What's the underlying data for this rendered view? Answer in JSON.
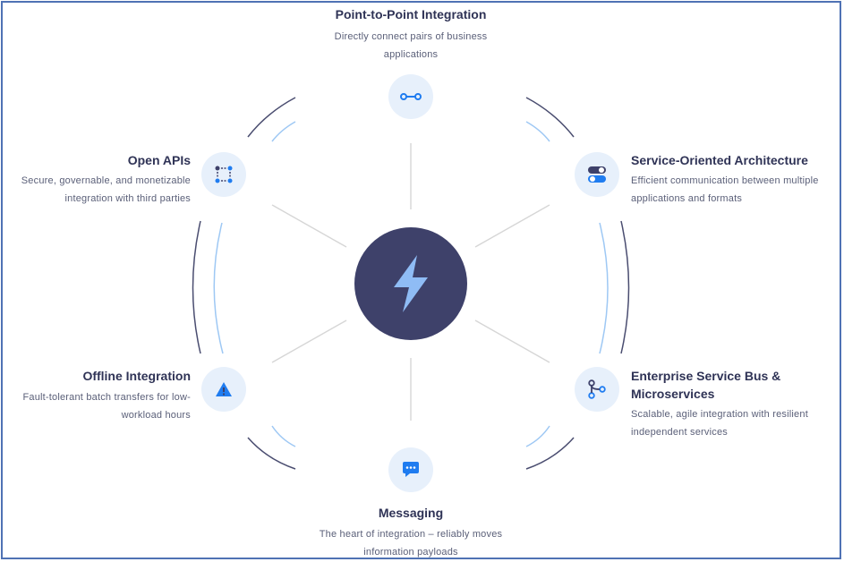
{
  "diagram": {
    "hub": {
      "icon": "lightning-bolt-icon"
    },
    "nodes": [
      {
        "id": "point-to-point",
        "title": "Point-to-Point Integration",
        "description": "Directly connect pairs of business applications",
        "icon": "link-icon"
      },
      {
        "id": "soa",
        "title": "Service-Oriented Architecture",
        "description": "Efficient communication between multiple applications and formats",
        "icon": "toggle-icon"
      },
      {
        "id": "esb",
        "title": "Enterprise Service Bus & Microservices",
        "description": "Scalable, agile integration with resilient independent services",
        "icon": "branch-icon"
      },
      {
        "id": "messaging",
        "title": "Messaging",
        "description": "The heart of integration – reliably moves information payloads",
        "icon": "chat-bubble-icon"
      },
      {
        "id": "offline",
        "title": "Offline Integration",
        "description": "Fault-tolerant batch transfers for low-workload hours",
        "icon": "warning-triangle-icon"
      },
      {
        "id": "open-apis",
        "title": "Open APIs",
        "description": "Secure, governable, and monetizable integration with third parties",
        "icon": "api-grid-icon"
      }
    ]
  },
  "colors": {
    "hub": "#3e416a",
    "bolt": "#8fbcf5",
    "icon_bg": "#e7f0fb",
    "icon_blue": "#1f7cf0",
    "arc_dark": "#4a4d70",
    "arc_light": "#9ec8f4",
    "spoke": "#d6d6d6",
    "border": "#4f72b4"
  }
}
